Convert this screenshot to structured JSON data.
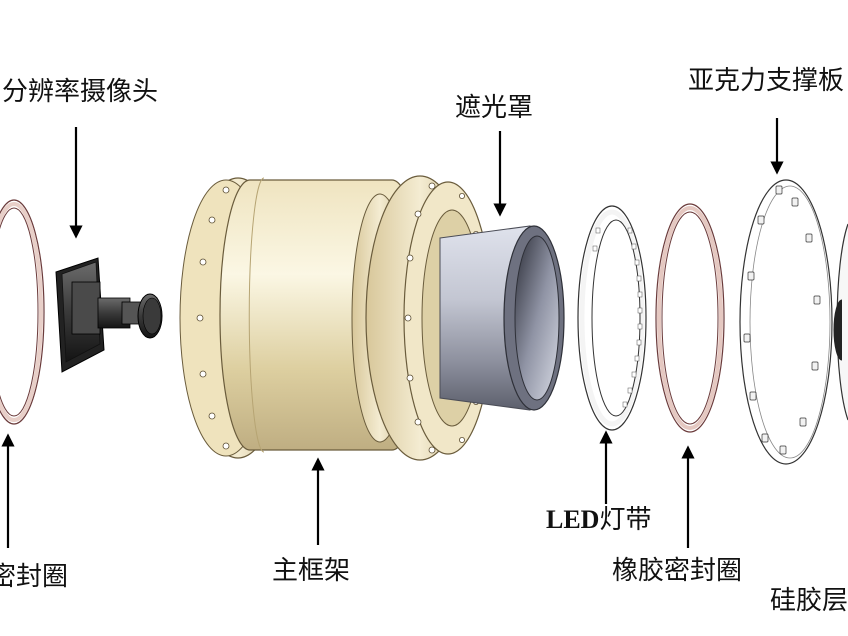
{
  "labels": {
    "camera": "分辨率摄像头",
    "shade": "遮光罩",
    "acrylic": "亚克力支撑板",
    "frame": "主框架",
    "led_prefix": "LED",
    "led_suffix": "灯带",
    "rubber_seal": "橡胶密封圈",
    "left_seal": "密封圈",
    "silicone": "硅胶层"
  },
  "colors": {
    "background": "#ffffff",
    "frame": "#e8dcae",
    "seal": "#c9a6a0",
    "shade": "#b5b7c4",
    "camera": "#2a2a2a",
    "arrow": "#000000"
  },
  "icons": [
    "arrow-up-icon",
    "arrow-down-icon"
  ]
}
